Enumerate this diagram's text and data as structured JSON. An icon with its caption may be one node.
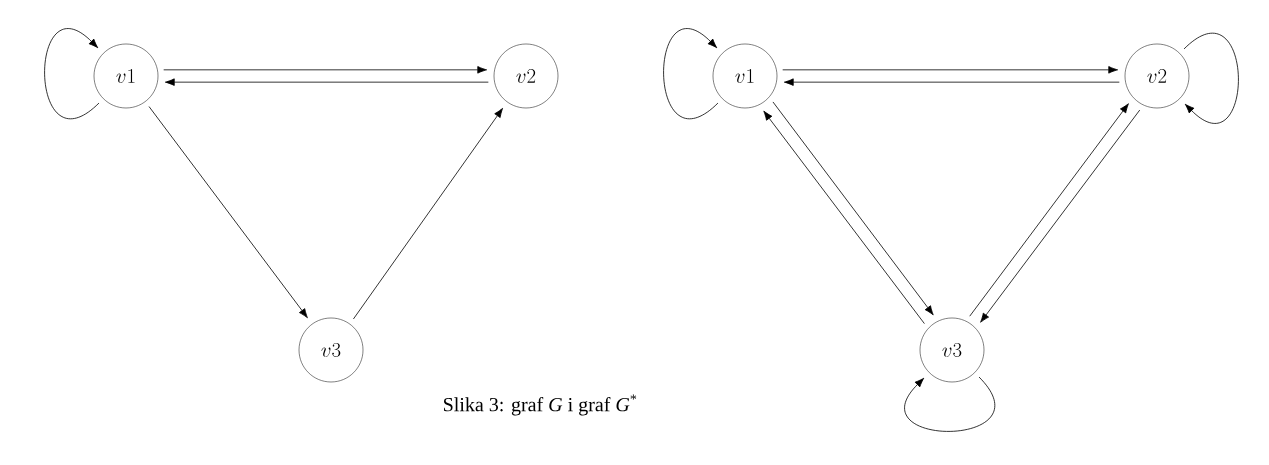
{
  "diagram": {
    "caption": "Slika 3: graf *G* i graf *G*$^{*}$",
    "nodes": [
      {
        "text": [
          "v1"
        ]
      },
      {
        "text": [
          "v2"
        ]
      },
      {
        "text": [
          "v3"
        ]
      },
      {
        "text": [
          "v1"
        ]
      },
      {
        "text": [
          "v2"
        ]
      },
      {
        "text": [
          "v3"
        ]
      }
    ],
    "edges": [
      {
        "from": 0,
        "to": 0,
        "arrow": "to"
      },
      {
        "from": 0,
        "to": 1,
        "arrow": "to"
      },
      {
        "from": 1,
        "to": 0,
        "arrow": "to"
      },
      {
        "from": 0,
        "to": 2,
        "arrow": "to"
      },
      {
        "from": 2,
        "to": 1,
        "arrow": "to"
      },
      {
        "from": 3,
        "to": 3,
        "arrow": "to"
      },
      {
        "from": 3,
        "to": 4,
        "arrow": "to"
      },
      {
        "from": 4,
        "to": 3,
        "arrow": "to"
      },
      {
        "from": 3,
        "to": 5,
        "arrow": "to"
      },
      {
        "from": 5,
        "to": 3,
        "arrow": "to"
      },
      {
        "from": 4,
        "to": 5,
        "arrow": "to"
      },
      {
        "from": 5,
        "to": 4,
        "arrow": "to"
      },
      {
        "from": 4,
        "to": 4,
        "arrow": "to"
      },
      {
        "from": 5,
        "to": 5,
        "arrow": "to"
      }
    ]
  }
}
